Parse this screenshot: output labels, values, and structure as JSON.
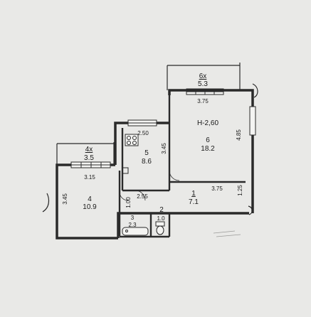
{
  "ceiling_height": "Н-2,60",
  "rooms": [
    {
      "id": "1",
      "area": "7.1"
    },
    {
      "id": "2",
      "area": "1.0"
    },
    {
      "id": "3",
      "area": "2.3"
    },
    {
      "id": "4",
      "area": "10.9"
    },
    {
      "id": "5",
      "area": "8.6"
    },
    {
      "id": "6",
      "area": "18.2"
    },
    {
      "id": "4х",
      "area": "3.5"
    },
    {
      "id": "6х",
      "area": "5.3"
    }
  ],
  "dimensions": {
    "balcony6_width": "3.75",
    "room6_depth": "4.85",
    "kitchen_width": "2.50",
    "kitchen_depth": "3.45",
    "room4_width": "3.15",
    "room4_depth": "3.45",
    "hall_width": "2.55",
    "hall_right_width": "3.75",
    "hall_depth": "1.25",
    "corridor_depth": "1.00"
  },
  "colors": {
    "background": "#e9e9e7",
    "wall": "#2a2a2a",
    "text": "#1a1a1a"
  }
}
